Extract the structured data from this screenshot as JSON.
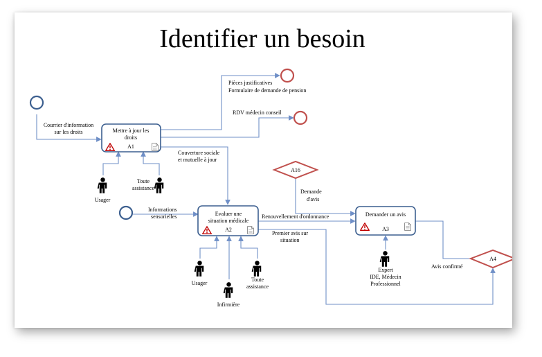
{
  "title": "Identifier un besoin",
  "activities": {
    "a1": {
      "label_line1": "Mettre à jour les",
      "label_line2": "droits",
      "code": "A1"
    },
    "a2": {
      "label_line1": "Evaluer une",
      "label_line2": "situation médicale",
      "code": "A2"
    },
    "a3": {
      "label_line1": "Demander un avis",
      "code": "A3"
    }
  },
  "gateways": {
    "a16": "A16",
    "a4": "A4"
  },
  "flows": {
    "courier_line1": "Courrier d'information",
    "courier_line2": "sur les droits",
    "pieces_line1": "Pièces justificatives",
    "pieces_line2": "Formulaire de demande de pension",
    "rdv": "RDV médecin conseil",
    "couverture_line1": "Couverture sociale",
    "couverture_line2": "et mutuelle à jour",
    "informations_line1": "Informations",
    "informations_line2": "sensorielles",
    "demande_line1": "Demande",
    "demande_line2": "d'avis",
    "renouvellement": "Renouvellement d'ordonnance",
    "premier_line1": "Premier avis sur",
    "premier_line2": "situation",
    "avis_confirme": "Avis confirmé"
  },
  "actors": {
    "a1_usager": "Usager",
    "a1_toute_line1": "Toute",
    "a1_toute_line2": "assistance",
    "a2_usager": "Usager",
    "a2_infirmiere": "Infirmière",
    "a2_toute_line1": "Toute",
    "a2_toute_line2": "assistance",
    "a3_expert_line1": "Expert",
    "a3_expert_line2": "IDE, Médecin",
    "a3_expert_line3": "Professionnel"
  },
  "colors": {
    "flow": "#6f8fc7",
    "task_border": "#3c5f8f",
    "start_event": "#3c5f8f",
    "end_event": "#c0504d",
    "gateway": "#c0504d",
    "warning": "#c00000"
  },
  "icons": {
    "task_marker": "document-icon",
    "risk_marker": "warning-triangle-icon",
    "actor": "person-icon"
  }
}
